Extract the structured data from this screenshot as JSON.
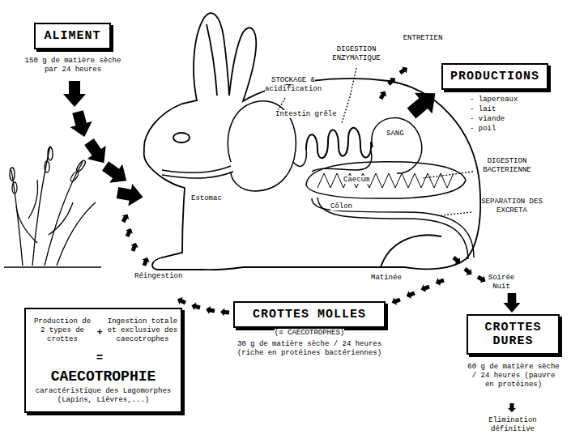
{
  "diagram": {
    "nodes": [
      {
        "text": [
          "ALIMENT"
        ]
      },
      {
        "text": [
          "PRODUCTIONS"
        ]
      },
      {
        "text": [
          "CROTTES MOLLES"
        ]
      },
      {
        "text": [
          "CROTTES DURES"
        ]
      },
      {
        "text": [
          "Production de 2 types de crottes",
          "+",
          "Ingestion totale et exclusive des caecotrophes",
          "=",
          "CAECOTROPHIE",
          "caractéristique des Lagomorphes (Lapins, Lièvres,...)"
        ]
      }
    ],
    "labels": [
      "150 g de matière sèche par 24 heures",
      "STOCKAGE & acidification",
      "DIGESTION ENZYMATIQUE",
      "ENTRETIEN",
      "- lapereaux",
      "- lait",
      "- viande",
      "- poil",
      "Intestin grêle",
      "SANG",
      "Estomac",
      "Caecum",
      "Côlon",
      "DIGESTION BACTERIENNE",
      "SEPARATION DES EXCRETA",
      "Réingestion",
      "Matinée",
      "Soirée Nuit",
      "(≡ CAECOTROPHES)",
      "30 g de matière sèche / 24 heures (riche en protéines bactériennes)",
      "60 g de matière sèche / 24 heures (pauvre en protéines)",
      "Elimination définitive"
    ]
  }
}
